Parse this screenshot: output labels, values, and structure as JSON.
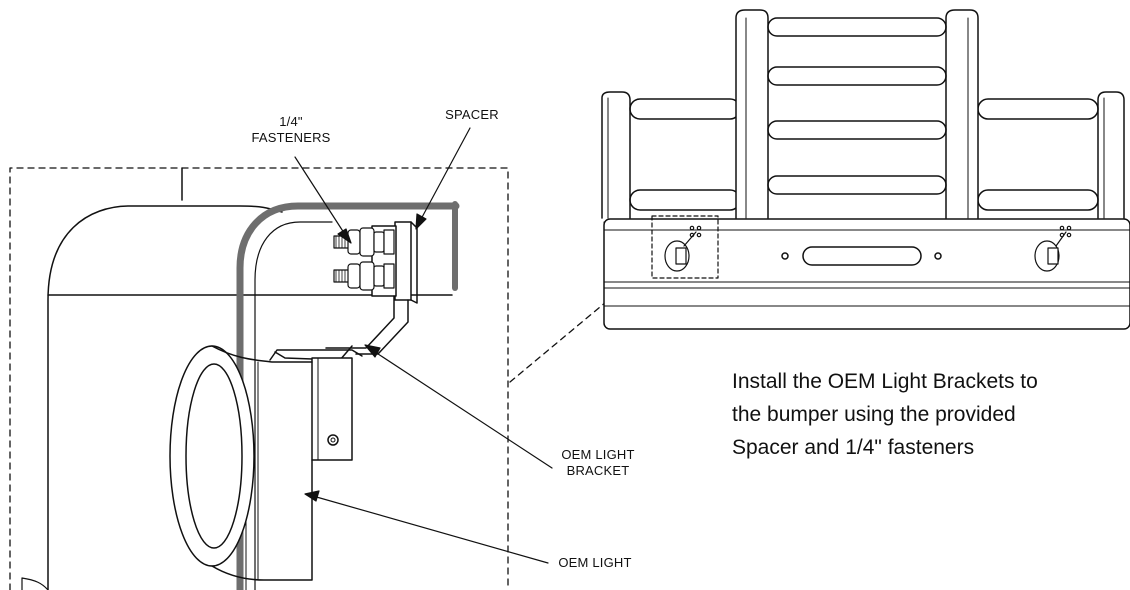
{
  "labels": {
    "fasteners": [
      "1/4\"",
      "FASTENERS"
    ],
    "spacer": "SPACER",
    "bracket": [
      "OEM LIGHT",
      "BRACKET"
    ],
    "light": "OEM LIGHT"
  },
  "instruction": [
    "Install the OEM Light Brackets to",
    "the bumper using the provided",
    "Spacer and 1/4\" fasteners"
  ]
}
